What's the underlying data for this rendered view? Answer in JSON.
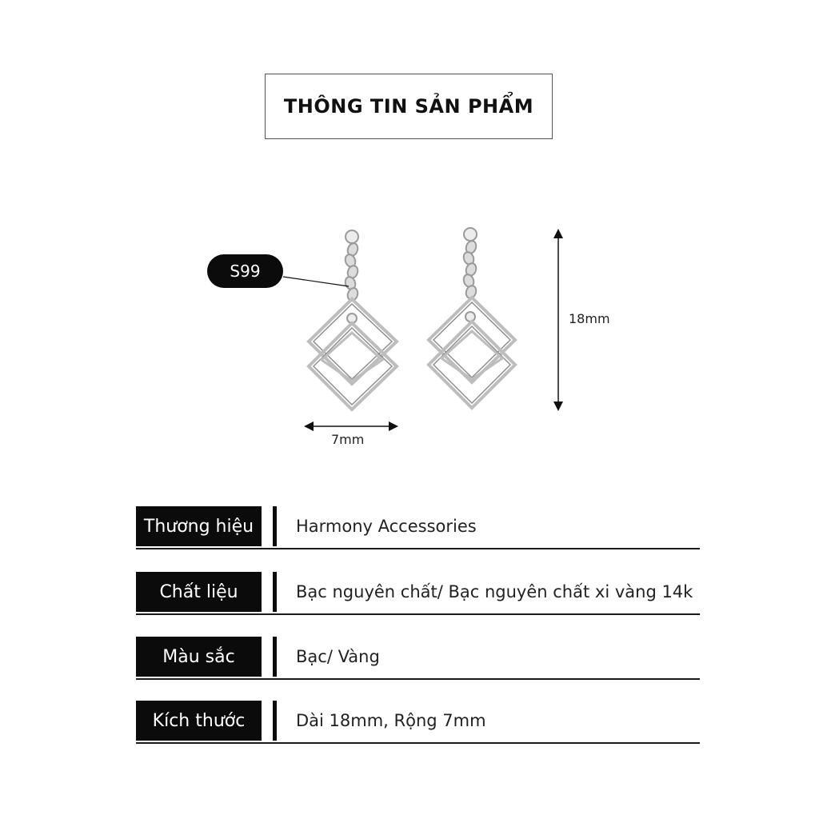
{
  "header": {
    "title": "THÔNG TIN SẢN PHẨM"
  },
  "product": {
    "code_badge": "S99",
    "dimension_height_label": "18mm",
    "dimension_width_label": "7mm",
    "material_color": "#c8c8c8"
  },
  "specs": [
    {
      "label": "Thương hiệu",
      "value": "Harmony Accessories"
    },
    {
      "label": "Chất liệu",
      "value": "Bạc nguyên chất/ Bạc nguyên chất xi vàng 14k"
    },
    {
      "label": "Màu sắc",
      "value": "Bạc/ Vàng"
    },
    {
      "label": "Kích thước",
      "value": "Dài 18mm, Rộng 7mm"
    }
  ]
}
